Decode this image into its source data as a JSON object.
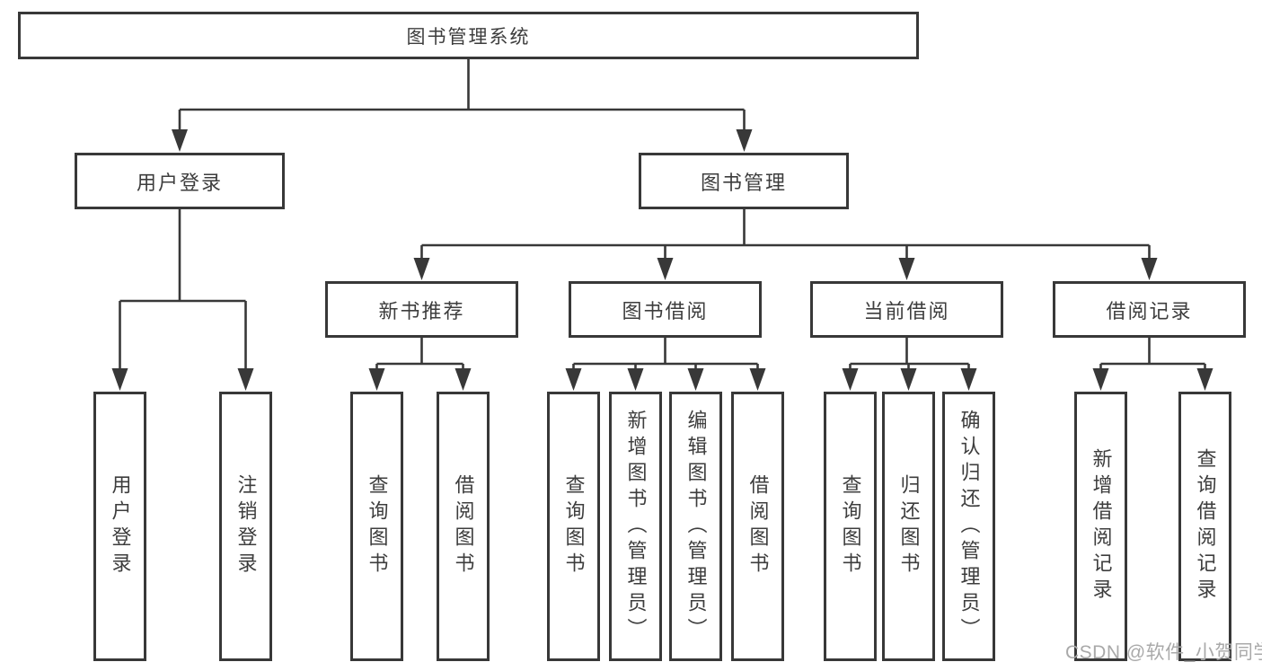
{
  "diagram": {
    "root": {
      "label": "图书管理系统"
    },
    "level1": [
      {
        "label": "用户登录"
      },
      {
        "label": "图书管理"
      }
    ],
    "level2": [
      {
        "label": "新书推荐"
      },
      {
        "label": "图书借阅"
      },
      {
        "label": "当前借阅"
      },
      {
        "label": "借阅记录"
      }
    ],
    "leaves": {
      "user_login": [
        {
          "label": "用户登录"
        },
        {
          "label": "注销登录"
        }
      ],
      "new_book_recommend": [
        {
          "label": "查询图书"
        },
        {
          "label": "借阅图书"
        }
      ],
      "book_borrow": [
        {
          "label": "查询图书"
        },
        {
          "label": "新增图书（管理员）"
        },
        {
          "label": "编辑图书（管理员）"
        },
        {
          "label": "借阅图书"
        }
      ],
      "current_borrow": [
        {
          "label": "查询图书"
        },
        {
          "label": "归还图书"
        },
        {
          "label": "确认归还（管理员）"
        }
      ],
      "borrow_record": [
        {
          "label": "新增借阅记录"
        },
        {
          "label": "查询借阅记录"
        }
      ]
    }
  },
  "watermark": "CSDN @软件_小贺同学",
  "colors": {
    "line": "#383838",
    "text": "#3d3d3d",
    "watermark": "#a9a9a9",
    "background": "#ffffff"
  }
}
